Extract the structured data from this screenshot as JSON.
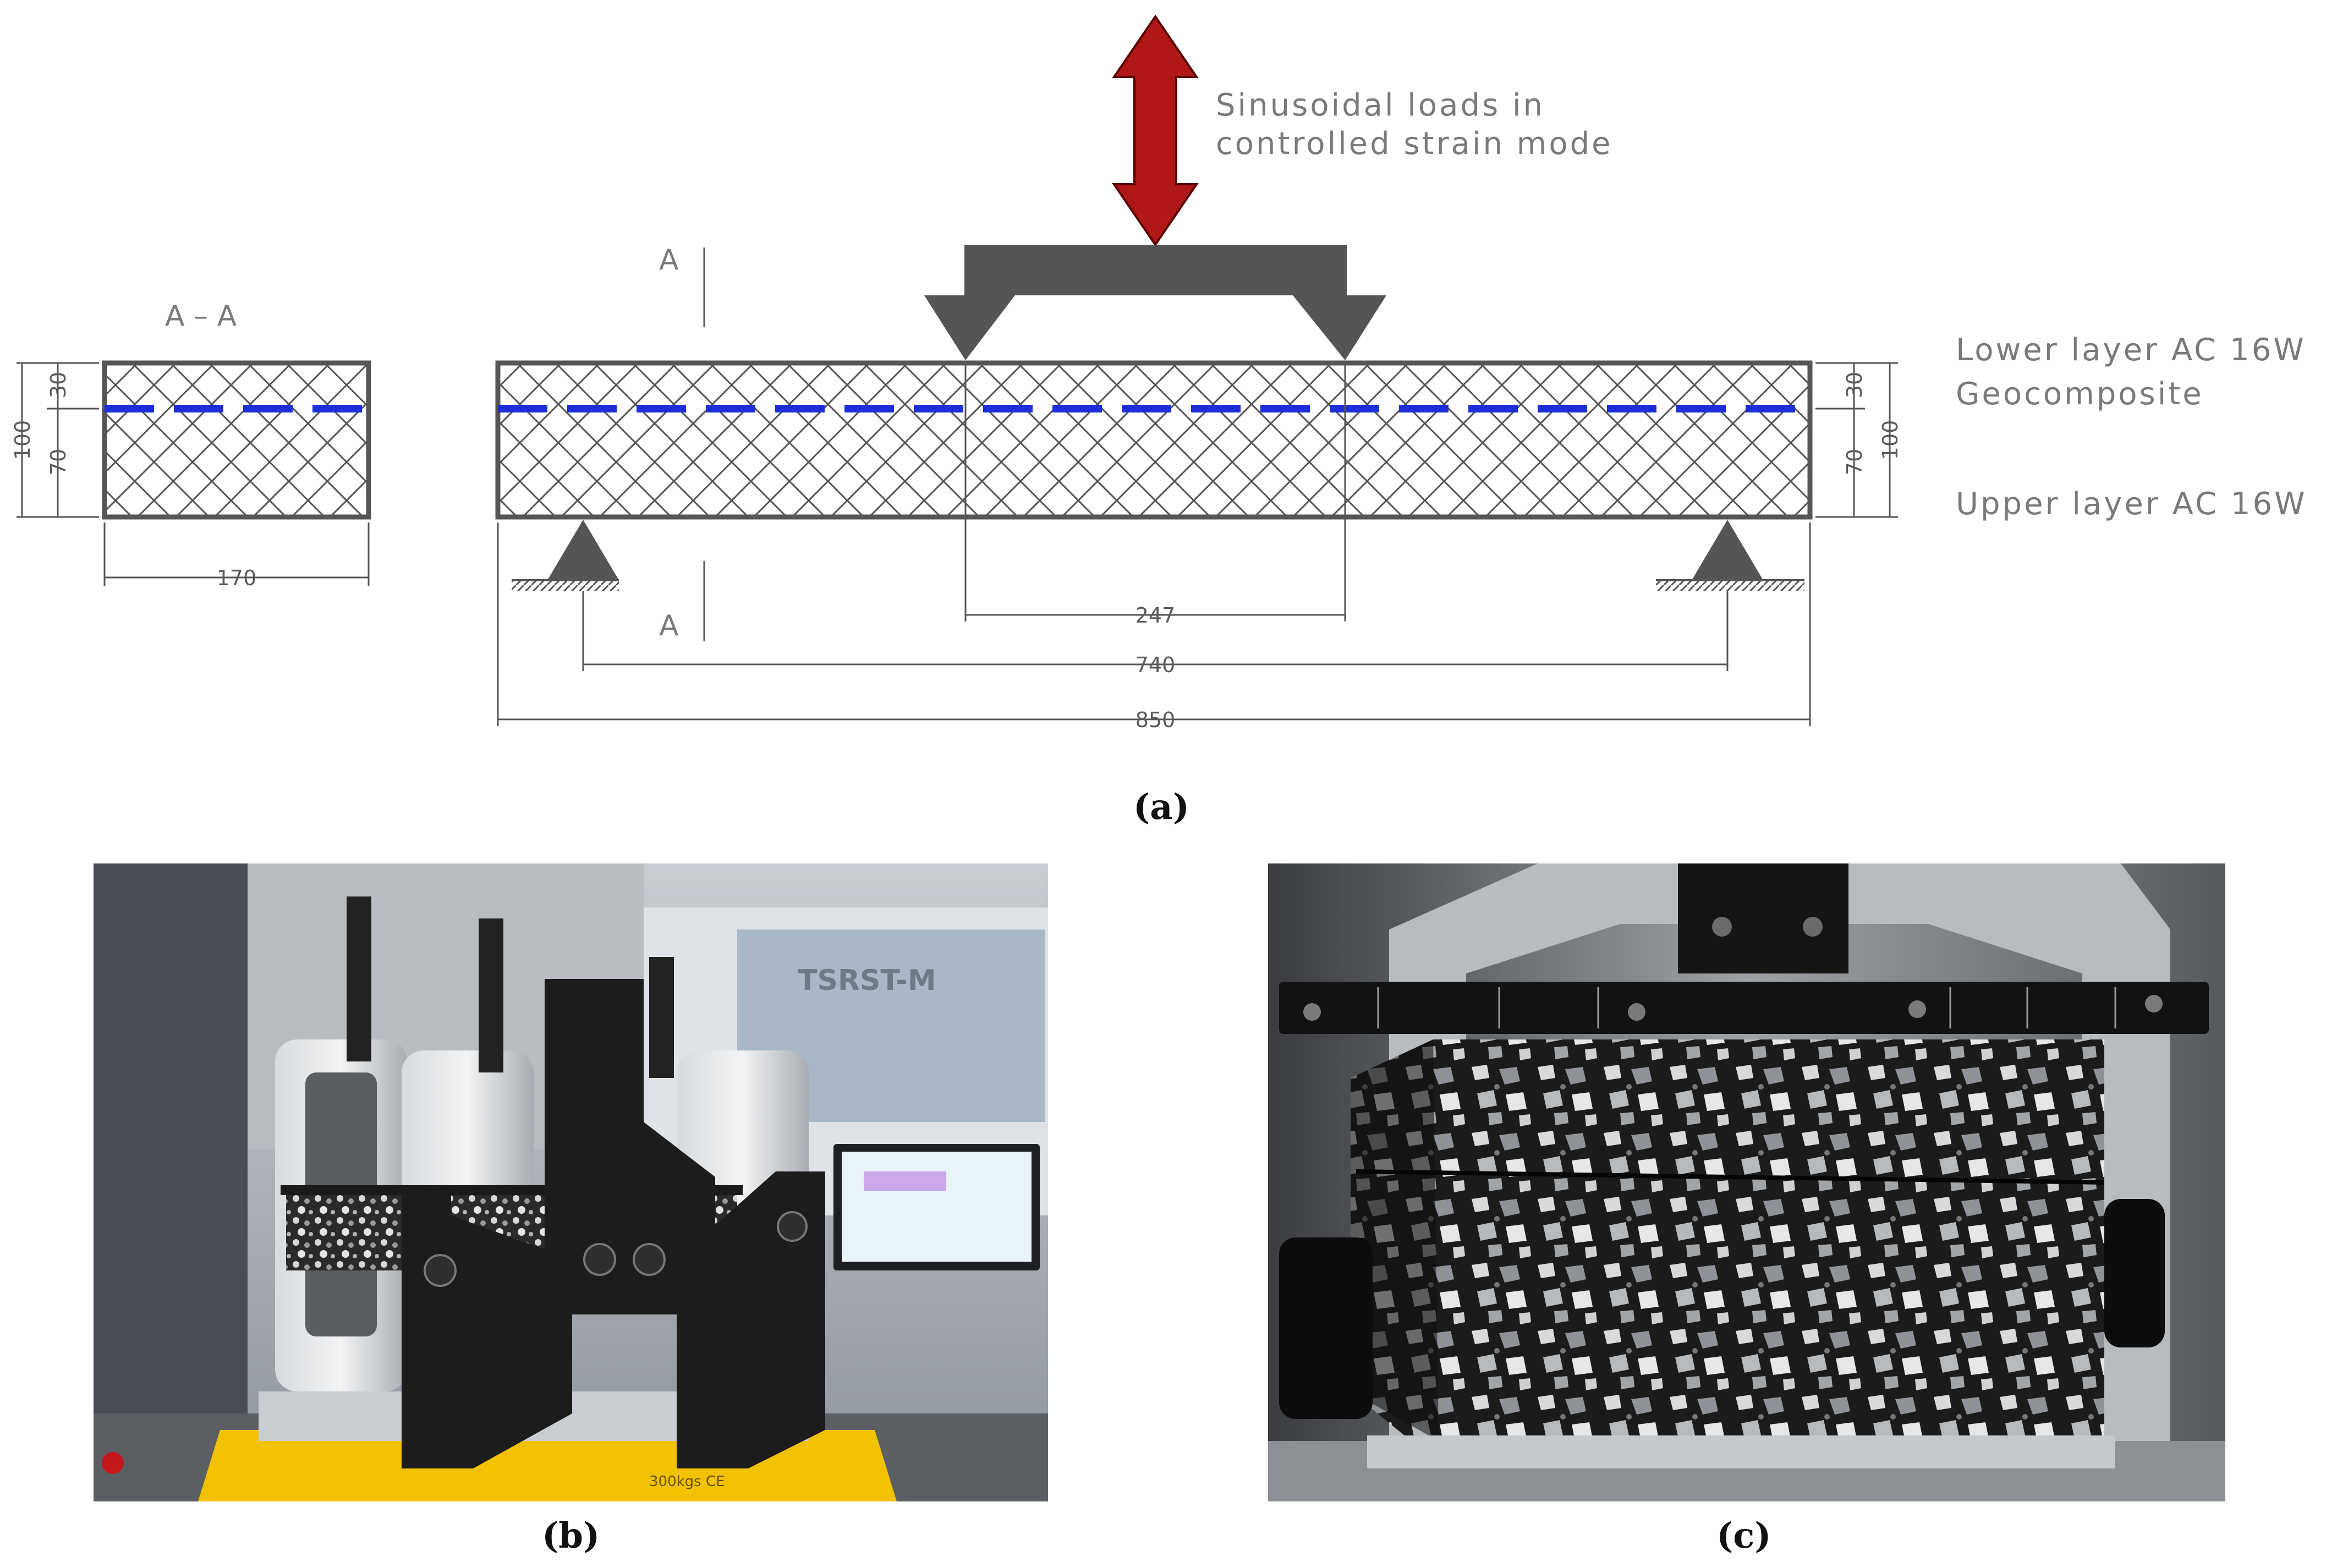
{
  "load_note": {
    "line1": "Sinusoidal loads in",
    "line2": "controlled strain mode"
  },
  "section_title": "A – A",
  "section_marks": {
    "top": "A",
    "bottom": "A"
  },
  "dimensions": {
    "width_cross_section": "170",
    "layer_top": "30",
    "layer_bottom": "70",
    "total_height": "100",
    "load_span": "247",
    "support_span": "740",
    "beam_length": "850"
  },
  "layer_labels": {
    "lower": "Lower layer AC 16W",
    "interlayer": "Geocomposite",
    "upper": "Upper layer AC 16W"
  },
  "panels": {
    "a": "(a)",
    "b": "(b)",
    "c": "(c)"
  },
  "photo_b": {
    "plate_text": "300kgs CE",
    "machine_text": "TSRST-M"
  },
  "colors": {
    "load_arrow": "#b01818",
    "geocomposite_line": "#1c2ed8",
    "outline": "#555555",
    "loading_frame": "#555555",
    "support_base": "#f5c400"
  }
}
